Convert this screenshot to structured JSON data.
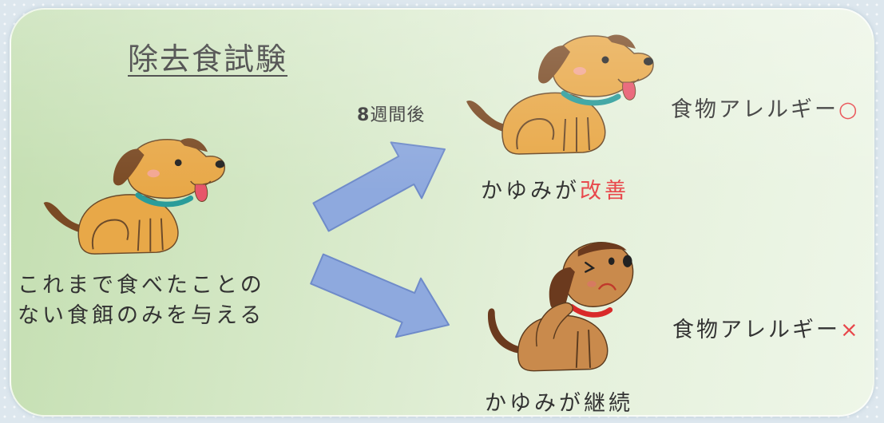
{
  "diagram": {
    "title": "除去食試験",
    "start": {
      "caption_line1": "これまで食べたことの",
      "caption_line2": "ない食餌のみを与える",
      "icon": "happy-dog-icon"
    },
    "duration": {
      "number": "8",
      "unit": "週間後"
    },
    "outcome_improved": {
      "text_prefix": "かゆみが",
      "text_highlight": "改善",
      "allergy_label": "食物アレルギー",
      "allergy_mark": "○",
      "icon": "happy-dog-icon"
    },
    "outcome_continued": {
      "text": "かゆみが継続",
      "allergy_label": "食物アレルギー",
      "allergy_mark": "×",
      "icon": "scratching-dog-icon"
    }
  },
  "colors": {
    "accent_red": "#e8474b",
    "arrow_blue": "#8ea9de",
    "panel_green": "#cde4bd",
    "text": "#333333"
  }
}
